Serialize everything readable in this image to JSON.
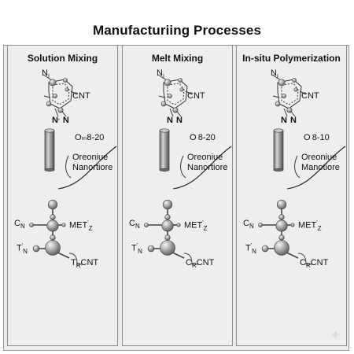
{
  "title": "Manufacturiing Processes",
  "panels": [
    {
      "heading": "Solution Mixing",
      "mol_top": "N",
      "mol_top_sub": "I",
      "mol_cnt": "CNT",
      "mol_bottom_n1": "N",
      "mol_bottom_mid": "‛",
      "mol_bottom_n2": "N",
      "range": "Oₘ8-20",
      "curve_label_1": "Oreoniue",
      "curve_label_2": "Nanortiore",
      "cn_main": "C",
      "cn_sub": "N",
      "tn_main": "T",
      "tn_sup": "'",
      "tn_sub": "N",
      "met_main": "MET",
      "met_sup": "'",
      "met_sub": "Z",
      "cnt_pre": "T",
      "cnt_sub": "R",
      "cnt_main": "CNT"
    },
    {
      "heading": "Melt Mixing",
      "mol_top": "N",
      "mol_top_sub": "I",
      "mol_cnt": "CNT",
      "mol_bottom_n1": "N",
      "mol_bottom_mid": "",
      "mol_bottom_n2": "N",
      "range": "O 8-20",
      "curve_label_1": "Oreoniue",
      "curve_label_2": "Nanortiore",
      "cn_main": "C",
      "cn_sub": "N",
      "tn_main": "T",
      "tn_sup": "'",
      "tn_sub": "N",
      "met_main": "MET",
      "met_sup": "'",
      "met_sub": "Z",
      "cnt_pre": "C",
      "cnt_sub": "R",
      "cnt_main": "CNT"
    },
    {
      "heading": "In-situ Polymerization",
      "mol_top": "N",
      "mol_top_sub": "I",
      "mol_cnt": "CNT",
      "mol_bottom_n1": "N",
      "mol_bottom_mid": "",
      "mol_bottom_n2": "N",
      "range": "O 8-10",
      "curve_label_1": "Oreoniue",
      "curve_label_2": "Manotiore",
      "cn_main": "C",
      "cn_sub": "N",
      "tn_main": "T",
      "tn_sup": "'",
      "tn_sub": "N",
      "met_main": "MET",
      "met_sup": "'",
      "met_sub": "Z",
      "cnt_pre": "C",
      "cnt_sub": "R",
      "cnt_main": "CNT"
    }
  ]
}
